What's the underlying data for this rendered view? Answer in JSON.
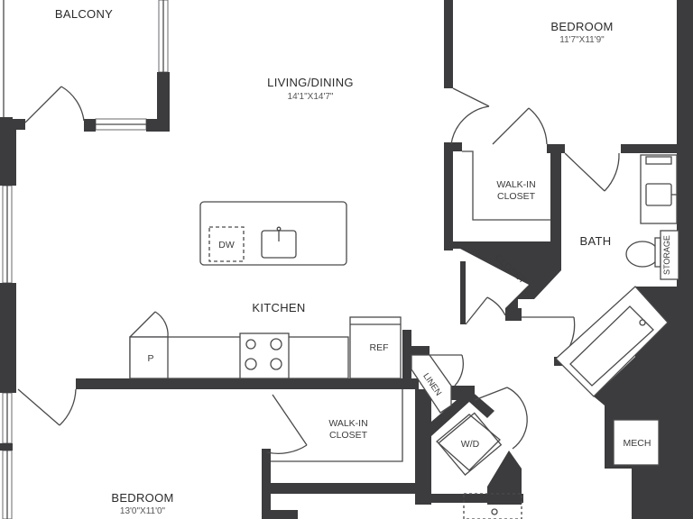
{
  "rooms": {
    "balcony": {
      "name": "BALCONY"
    },
    "living_dining": {
      "name": "LIVING/DINING",
      "dims": "14'1\"X14'7\""
    },
    "bedroom_top": {
      "name": "BEDROOM",
      "dims": "11'7\"X11'9\""
    },
    "walkin_closet_top": {
      "line1": "WALK-IN",
      "line2": "CLOSET"
    },
    "bath": {
      "name": "BATH"
    },
    "closet": {
      "name": "CLOSET"
    },
    "storage": {
      "name": "STORAGE"
    },
    "kitchen": {
      "name": "KITCHEN"
    },
    "linen": {
      "name": "LINEN"
    },
    "walkin_closet_bottom": {
      "line1": "WALK-IN",
      "line2": "CLOSET"
    },
    "laundry": {
      "name": "W/D"
    },
    "mech": {
      "name": "MECH"
    },
    "bedroom_bottom": {
      "name": "BEDROOM",
      "dims": "13'0\"X11'0\""
    }
  },
  "fixtures": {
    "dishwasher": "DW",
    "pantry": "P",
    "refrigerator": "REF"
  }
}
